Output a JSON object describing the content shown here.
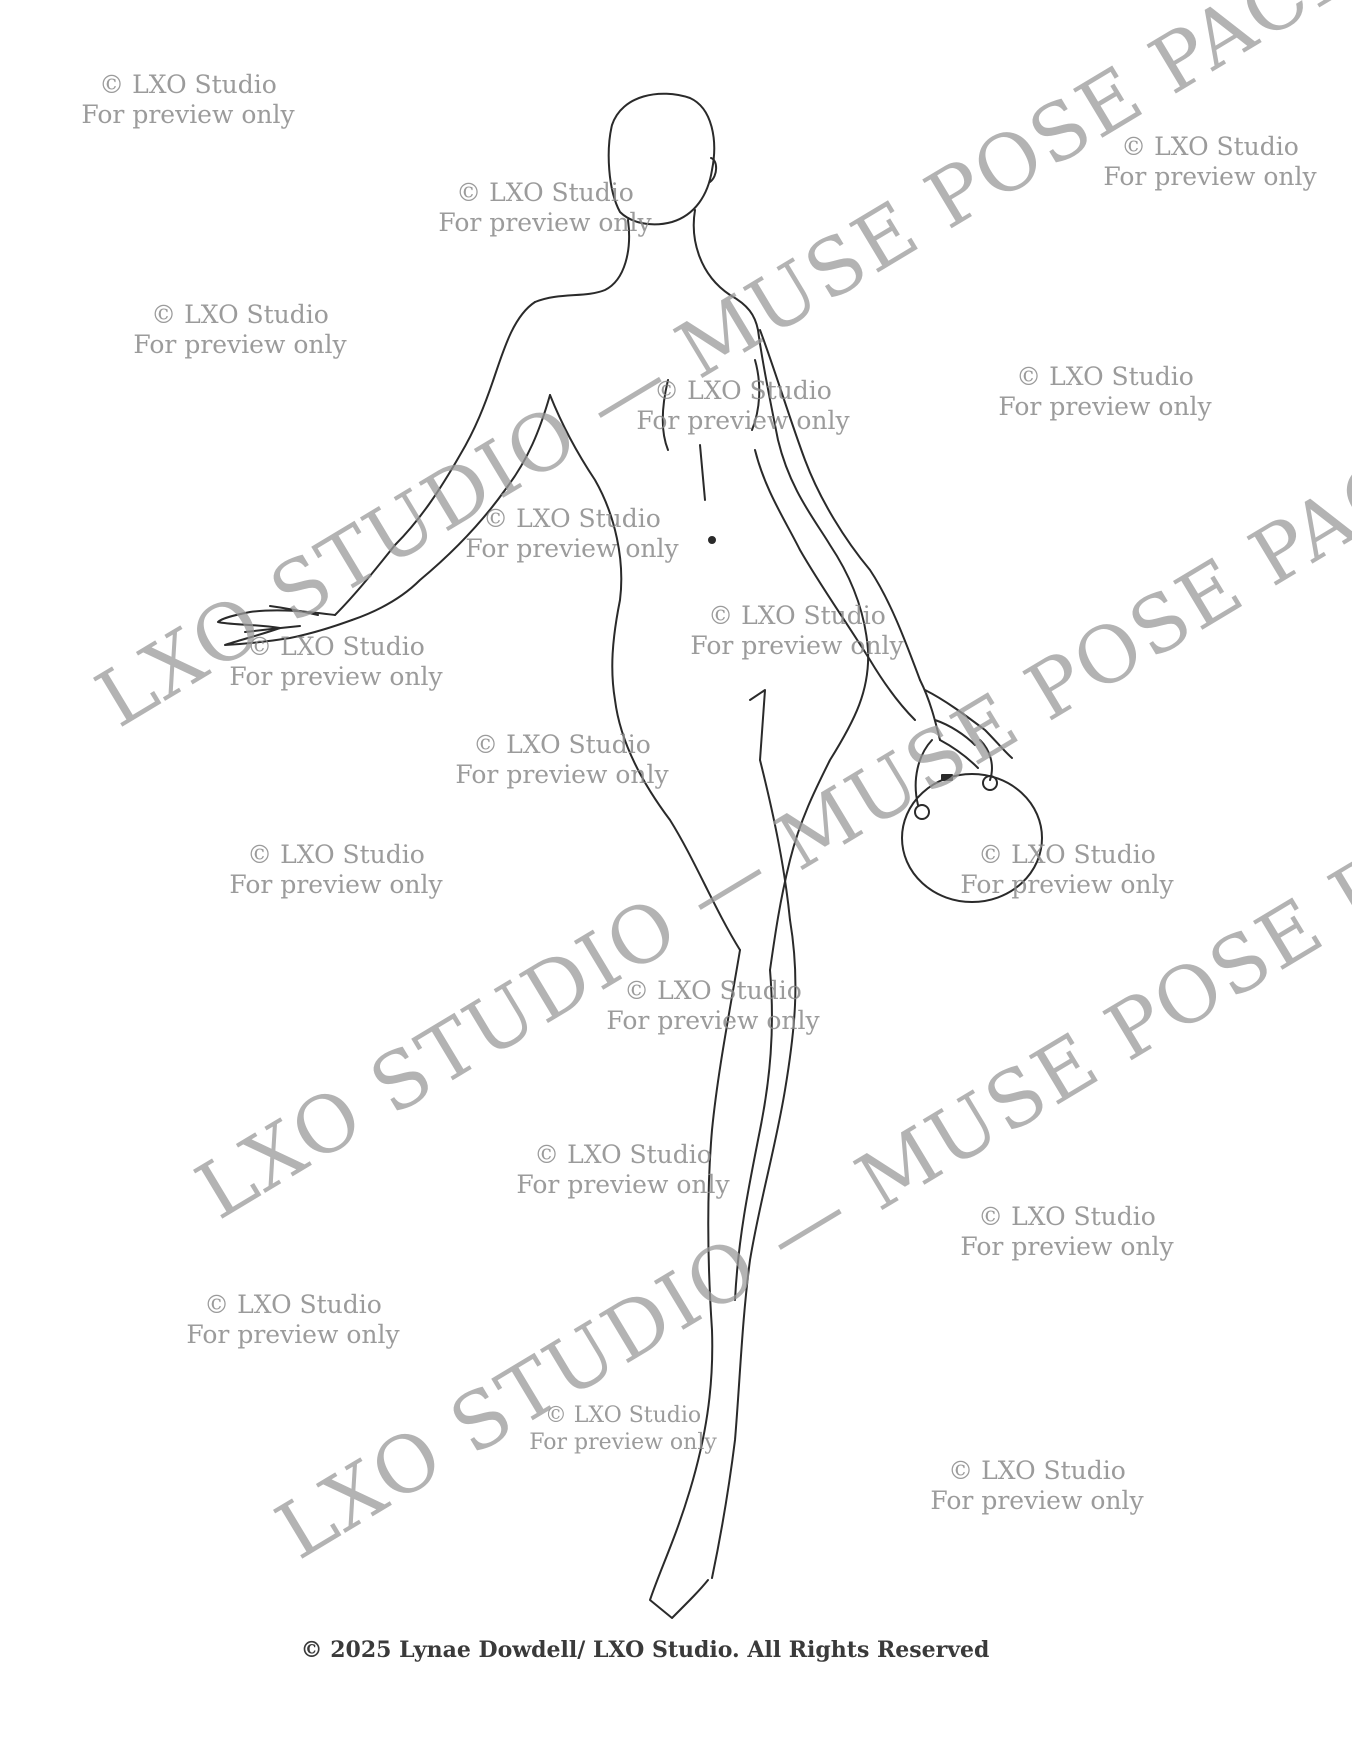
{
  "watermark": {
    "main_text": "LXO STUDIO — MUSE POSE PACK",
    "small_line1": "© LXO Studio",
    "small_line2": "For preview only"
  },
  "footer": {
    "copyright": "© 2025 Lynae Dowdell/ LXO Studio. All Rights Reserved"
  },
  "colors": {
    "line_art": "#2a2a2a",
    "watermark": "#8a8a8a",
    "background": "#ffffff"
  }
}
